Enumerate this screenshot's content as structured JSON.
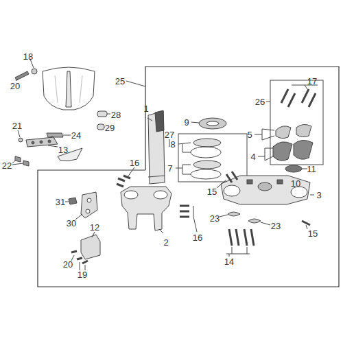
{
  "diagram": {
    "labels": [
      "18",
      "20",
      "25",
      "1",
      "27",
      "9",
      "26",
      "17",
      "28",
      "21",
      "29",
      "24",
      "5",
      "13",
      "22",
      "8",
      "16",
      "7",
      "4",
      "11",
      "10",
      "15",
      "3",
      "31",
      "30",
      "16",
      "2",
      "23",
      "23",
      "15",
      "12",
      "14",
      "20",
      "19"
    ]
  }
}
